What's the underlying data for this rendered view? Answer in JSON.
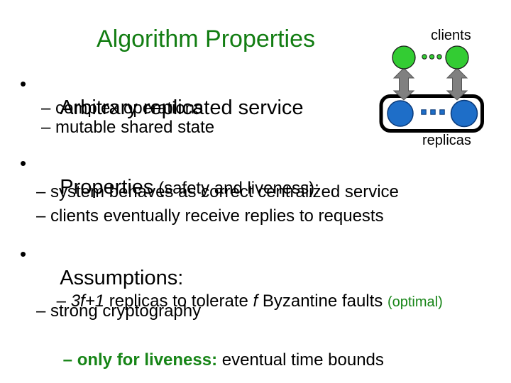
{
  "title": "Algorithm Properties",
  "bullet_char": "•",
  "colors": {
    "title_green": "#127D12",
    "accent_green": "#178517",
    "client_green": "#33CC33",
    "replica_blue": "#1E6EC8",
    "arrow_gray": "#808080",
    "box_border": "#000000"
  },
  "bullets": {
    "b1": {
      "label": "Arbitrary replicated service",
      "subs": [
        "– complex operations",
        "– mutable shared state"
      ]
    },
    "b2": {
      "label": "Properties",
      "label_suffix": " (safety and liveness):",
      "subs": [
        "– system behaves as correct centralized service",
        "– clients eventually receive replies to requests"
      ]
    },
    "b3": {
      "label": "Assumptions:",
      "sub1": {
        "dash": "– ",
        "italic1": "3f+1",
        "text1": " replicas to tolerate ",
        "italic2": "f",
        "text2": " Byzantine faults ",
        "note": "(optimal)"
      },
      "sub2": "– strong cryptography",
      "sub3": {
        "highlight": "– only for liveness:",
        "rest": " eventual time bounds"
      }
    }
  },
  "diagram": {
    "clients_label": "clients",
    "replicas_label": "replicas"
  }
}
